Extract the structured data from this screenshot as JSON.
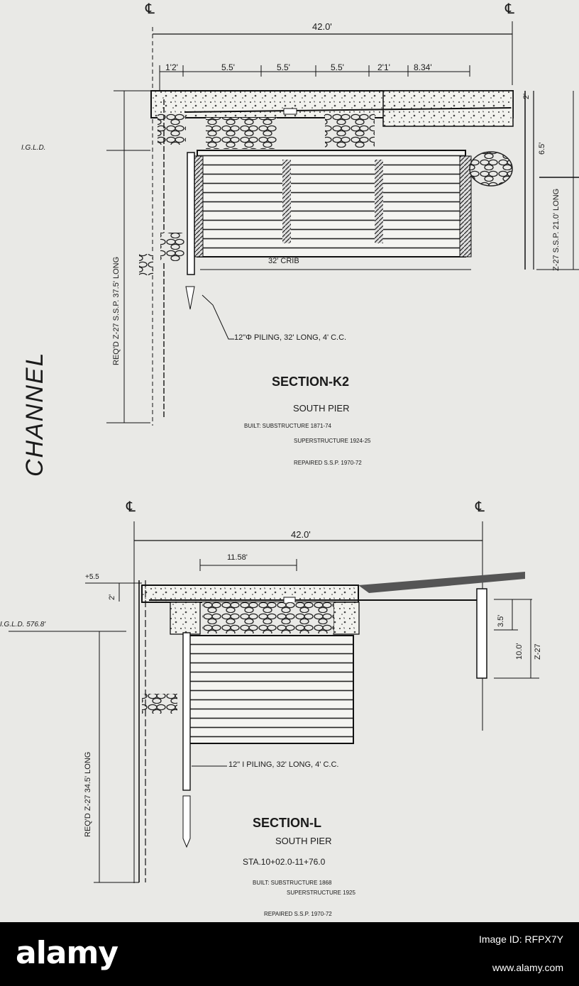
{
  "sheet": {
    "side_label": "CHANNEL",
    "centerline_symbol": "℄",
    "section_k2": {
      "overall_width": "42.0'",
      "dims": [
        "1'2'",
        "5.5'",
        "5.5'",
        "5.5'",
        "2'1'",
        "8.34'"
      ],
      "right_small": "2'",
      "right_mid": "6.5'",
      "igld": "I.G.L.D.",
      "pile_left": "REQ'D Z-27 S.S.P. 37.5' LONG",
      "pile_right": "Z-27 S.S.P. 21.0' LONG",
      "crib": "32' CRIB",
      "piling": "12\"Φ PILING, 32' LONG, 4' C.C.",
      "title": "SECTION-K2",
      "subtitle": "SOUTH PIER",
      "built_1": "BUILT: SUBSTRUCTURE 1871-74",
      "built_2": "SUPERSTRUCTURE 1924-25",
      "repaired": "REPAIRED S.S.P. 1970-72"
    },
    "section_l": {
      "overall_width": "42.0'",
      "inner_dim": "11.58'",
      "elev": "+5.5",
      "left_small": "2'",
      "igld": "I.G.L.D. 576.8'",
      "right_small": "3.5'",
      "right_mid": "10.0'",
      "right_pile": "Z-27",
      "pile_left": "REQ'D Z-27 34.5' LONG",
      "piling": "12\" I PILING, 32' LONG, 4' C.C.",
      "title": "SECTION-L",
      "subtitle": "SOUTH PIER",
      "station": "STA.10+02.0-11+76.0",
      "built_1": "BUILT: SUBSTRUCTURE 1868",
      "built_2": "SUPERSTRUCTURE 1925",
      "repaired": "REPAIRED S.S.P. 1970-72"
    }
  },
  "footer": {
    "logo": "alamy",
    "image_id": "Image ID: RFPX7Y",
    "url": "www.alamy.com"
  }
}
